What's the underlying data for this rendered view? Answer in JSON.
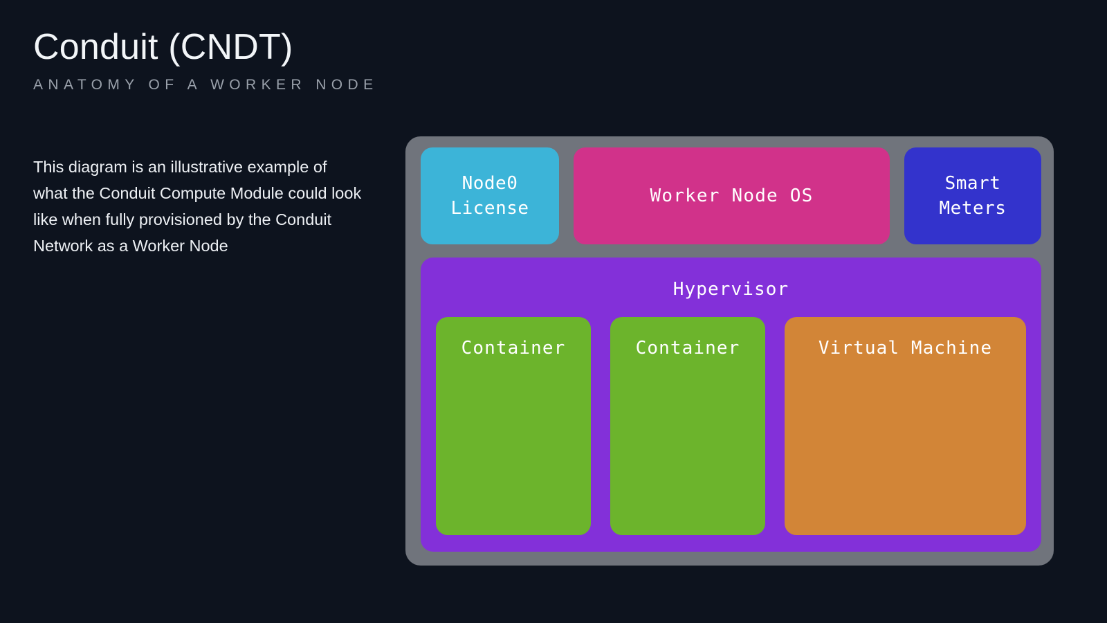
{
  "header": {
    "title": "Conduit (CNDT)",
    "subtitle": "ANATOMY OF A WORKER NODE"
  },
  "description": "This diagram is an illustrative example of what the Conduit Compute Module could look like when fully provisioned by the Conduit Network as a Worker Node",
  "diagram": {
    "frame_color": "#70747c",
    "background_color": "#0d131e",
    "top_row": [
      {
        "label": "Node0\nLicense",
        "label_line1": "Node0",
        "label_line2": "License",
        "color": "#3cb4d8",
        "name": "node0-license"
      },
      {
        "label": "Worker Node OS",
        "color": "#d1328a",
        "name": "worker-node-os"
      },
      {
        "label": "Smart\nMeters",
        "label_line1": "Smart",
        "label_line2": "Meters",
        "color": "#3333cc",
        "name": "smart-meters"
      }
    ],
    "hypervisor": {
      "label": "Hypervisor",
      "color": "#8330d9",
      "guests": [
        {
          "label": "Container",
          "color": "#6cb42c",
          "name": "container-1"
        },
        {
          "label": "Container",
          "color": "#6cb42c",
          "name": "container-2"
        },
        {
          "label": "Virtual Machine",
          "color": "#d28537",
          "name": "virtual-machine"
        }
      ]
    }
  }
}
